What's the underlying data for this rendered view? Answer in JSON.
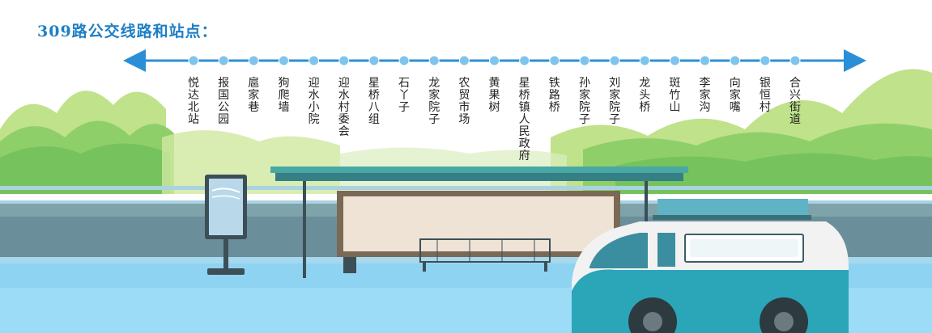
{
  "title": "309路公交线路和站点：",
  "colors": {
    "route_line": "#2a8fd6",
    "stop_dot": "#7fc4ec",
    "title": "#1e7fc4",
    "foliage": "#a8d870",
    "road": "#6a8f9a",
    "bus": "#2aa6b8"
  },
  "stops": [
    "悦达北站",
    "报国公园",
    "扈家巷",
    "狗爬墙",
    "迎水小院",
    "迎水村委会",
    "星桥八组",
    "石丫子",
    "龙家院子",
    "农贸市场",
    "黄果树",
    "星桥镇人民政府",
    "铁路桥",
    "孙家院子",
    "刘家院子",
    "龙头桥",
    "斑竹山",
    "李家沟",
    "向家嘴",
    "银恒村",
    "合兴街道"
  ],
  "icons": [
    "arrow-left-icon",
    "arrow-right-icon",
    "bus-icon",
    "bench-icon",
    "bus-shelter-icon",
    "info-board-icon"
  ]
}
